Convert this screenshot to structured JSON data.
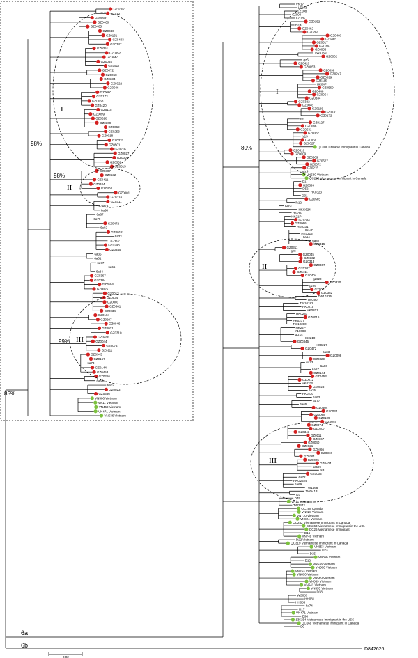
{
  "panel_left": {
    "bootstraps": [
      "98%",
      "98%",
      "99%",
      "85%"
    ],
    "clades": [
      "I",
      "II",
      "III"
    ],
    "tips": [
      {
        "label": "GZ0307",
        "color": "red"
      },
      {
        "label": "GZ0127",
        "color": "red"
      },
      {
        "label": "GZ0569",
        "color": "red"
      },
      {
        "label": "GZ0460",
        "color": "red"
      },
      {
        "label": "GZ0465",
        "color": "red"
      },
      {
        "label": "GZ0046",
        "color": "red"
      },
      {
        "label": "GZ0131",
        "color": "red"
      },
      {
        "label": "GZ0403",
        "color": "red"
      },
      {
        "label": "GZ0347",
        "color": "red"
      },
      {
        "label": "GZ0351",
        "color": "red"
      },
      {
        "label": "GZ0352",
        "color": "red"
      },
      {
        "label": "GZ0447",
        "color": "red"
      },
      {
        "label": "GZ0054",
        "color": "red"
      },
      {
        "label": "GZ0517",
        "color": "red"
      },
      {
        "label": "GZ0072",
        "color": "red"
      },
      {
        "label": "GZ0058",
        "color": "red"
      },
      {
        "label": "GZ0334",
        "color": "red"
      },
      {
        "label": "GZ0322",
        "color": "red"
      },
      {
        "label": "GZ0046",
        "color": "red"
      },
      {
        "label": "GZ0060",
        "color": "red"
      },
      {
        "label": "GZ0173",
        "color": "red"
      },
      {
        "label": "GZ0068",
        "color": "red"
      },
      {
        "label": "GZ0420",
        "color": "red"
      },
      {
        "label": "GZ5115",
        "color": "red"
      },
      {
        "label": "GZ0099",
        "color": "red"
      },
      {
        "label": "GZ0328",
        "color": "red"
      },
      {
        "label": "GZ0309",
        "color": "red"
      },
      {
        "label": "GZ0069",
        "color": "red"
      },
      {
        "label": "GZ0253",
        "color": "red"
      },
      {
        "label": "GZ0018",
        "color": "red"
      },
      {
        "label": "GZ0337",
        "color": "red"
      },
      {
        "label": "GZ0501",
        "color": "red"
      },
      {
        "label": "GZ0216",
        "color": "red"
      },
      {
        "label": "GZ0027",
        "color": "red"
      },
      {
        "label": "GZ0009",
        "color": "red"
      },
      {
        "label": "GZ0332",
        "color": "red"
      },
      {
        "label": "GZ0315",
        "color": "red"
      },
      {
        "label": "GZ0307",
        "color": "red"
      },
      {
        "label": "GZ0532",
        "color": "red"
      },
      {
        "label": "GZ0411",
        "color": "red"
      },
      {
        "label": "GZ0344",
        "color": "red"
      },
      {
        "label": "GZ0404",
        "color": "red"
      },
      {
        "label": "GZ0001",
        "color": "red"
      },
      {
        "label": "GZ0313",
        "color": "red"
      },
      {
        "label": "GZ0311",
        "color": "red"
      },
      {
        "label": "6a74",
        "color": "none"
      },
      {
        "label": "6a68",
        "color": "none"
      },
      {
        "label": "6a67",
        "color": "none"
      },
      {
        "label": "6a79",
        "color": "none"
      },
      {
        "label": "GZ0472",
        "color": "red"
      },
      {
        "label": "6a82",
        "color": "none"
      },
      {
        "label": "GZ0012",
        "color": "red"
      },
      {
        "label": "6a33",
        "color": "none"
      },
      {
        "label": "CJ-HK2",
        "color": "none"
      },
      {
        "label": "GZ0298",
        "color": "red"
      },
      {
        "label": "GZ0345",
        "color": "red"
      },
      {
        "label": "6a35",
        "color": "none"
      },
      {
        "label": "6a61",
        "color": "none"
      },
      {
        "label": "6a77",
        "color": "none"
      },
      {
        "label": "6a65",
        "color": "none"
      },
      {
        "label": "6a84",
        "color": "none"
      },
      {
        "label": "GZ0367",
        "color": "red"
      },
      {
        "label": "GZ0384",
        "color": "red"
      },
      {
        "label": "GZ0504",
        "color": "red"
      },
      {
        "label": "GZ0025",
        "color": "red"
      },
      {
        "label": "GZ0013",
        "color": "red"
      },
      {
        "label": "GZ0534",
        "color": "red"
      },
      {
        "label": "GZ0003",
        "color": "red"
      },
      {
        "label": "GZ0361",
        "color": "red"
      },
      {
        "label": "GZ0034",
        "color": "red"
      },
      {
        "label": "GZ0104",
        "color": "red"
      },
      {
        "label": "GZ0207",
        "color": "red"
      },
      {
        "label": "GZ0046",
        "color": "red"
      },
      {
        "label": "GZ0021",
        "color": "red"
      },
      {
        "label": "GZ0310",
        "color": "red"
      },
      {
        "label": "GZ0466",
        "color": "red"
      },
      {
        "label": "GZ0044",
        "color": "red"
      },
      {
        "label": "GZ0074",
        "color": "red"
      },
      {
        "label": "GZ0111",
        "color": "red"
      },
      {
        "label": "GZ0343",
        "color": "red"
      },
      {
        "label": "GZ0167",
        "color": "red"
      },
      {
        "label": "6a73",
        "color": "none"
      },
      {
        "label": "GZ0144",
        "color": "red"
      },
      {
        "label": "GZ0453",
        "color": "red"
      },
      {
        "label": "GZ0216",
        "color": "red"
      },
      {
        "label": "6a69",
        "color": "none"
      },
      {
        "label": "6a72",
        "color": "none"
      },
      {
        "label": "GZ0023",
        "color": "red"
      },
      {
        "label": "GZ0386",
        "color": "red"
      },
      {
        "label": "VN506 Vietnam",
        "color": "green"
      },
      {
        "label": "VN11 Vietnam",
        "color": "green"
      },
      {
        "label": "VN469 Vietnam",
        "color": "green"
      },
      {
        "label": "VN471 Vietnam",
        "color": "green"
      },
      {
        "label": "VN536 Vietnam",
        "color": "green"
      }
    ]
  },
  "panel_right": {
    "bootstraps": [
      "80%"
    ],
    "clades": [
      "I",
      "II",
      "III"
    ],
    "tips": [
      {
        "label": "VN17",
        "color": "none"
      },
      {
        "label": "LZ103",
        "color": "none"
      },
      {
        "label": "LZ108",
        "color": "none"
      },
      {
        "label": "LZ099",
        "color": "none"
      },
      {
        "label": "LZ026",
        "color": "none"
      },
      {
        "label": "GZ0152",
        "color": "red"
      },
      {
        "label": "fs14",
        "color": "none"
      },
      {
        "label": "GZ0462",
        "color": "red"
      },
      {
        "label": "GZ0261",
        "color": "red"
      },
      {
        "label": "GZ0403",
        "color": "red"
      },
      {
        "label": "GZ0465",
        "color": "red"
      },
      {
        "label": "GZ0517",
        "color": "red"
      },
      {
        "label": "GZ0347",
        "color": "red"
      },
      {
        "label": "GZ0056",
        "color": "red"
      },
      {
        "label": "TW3759",
        "color": "none"
      },
      {
        "label": "GZ0002",
        "color": "red"
      },
      {
        "label": "gz6",
        "color": "none"
      },
      {
        "label": "GZ0420",
        "color": "red"
      },
      {
        "label": "GZ0053",
        "color": "red"
      },
      {
        "label": "GZ0098",
        "color": "red"
      },
      {
        "label": "GZ0247",
        "color": "red"
      },
      {
        "label": "GZ0099",
        "color": "red"
      },
      {
        "label": "GZ5115",
        "color": "red"
      },
      {
        "label": "HK04P",
        "color": "none"
      },
      {
        "label": "GZ0569",
        "color": "red"
      },
      {
        "label": "GZ0448",
        "color": "red"
      },
      {
        "label": "GZ0054",
        "color": "red"
      },
      {
        "label": "GZ0334",
        "color": "red"
      },
      {
        "label": "GZ0322",
        "color": "red"
      },
      {
        "label": "GZ0046",
        "color": "red"
      },
      {
        "label": "GZ0189",
        "color": "red"
      },
      {
        "label": "GZ0131",
        "color": "red"
      },
      {
        "label": "GZ0172",
        "color": "red"
      },
      {
        "label": "tif1",
        "color": "none"
      },
      {
        "label": "GZ0127",
        "color": "red"
      },
      {
        "label": "GZ0046",
        "color": "red"
      },
      {
        "label": "GZ0531",
        "color": "red"
      },
      {
        "label": "GZ0337",
        "color": "red"
      },
      {
        "label": "fs13",
        "color": "none"
      },
      {
        "label": "GZ0069",
        "color": "red"
      },
      {
        "label": "GZ0027",
        "color": "red"
      },
      {
        "label": "QC108 Chinese Immigrant in Canada",
        "color": "green"
      },
      {
        "label": "GZ0318",
        "color": "red"
      },
      {
        "label": "GZ0009",
        "color": "red"
      },
      {
        "label": "GZ0309",
        "color": "red"
      },
      {
        "label": "GZ0527",
        "color": "red"
      },
      {
        "label": "GZ0072",
        "color": "red"
      },
      {
        "label": "GZ0215",
        "color": "red"
      },
      {
        "label": "gtz9",
        "color": "none"
      },
      {
        "label": "VN580 Vietnam",
        "color": "green"
      },
      {
        "label": "QC286 Vietnamese Immigrant in Canada",
        "color": "green"
      },
      {
        "label": "D1",
        "color": "none"
      },
      {
        "label": "GZ0399",
        "color": "red"
      },
      {
        "label": "D52",
        "color": "none"
      },
      {
        "label": "HK0323",
        "color": "none"
      },
      {
        "label": "D31",
        "color": "none"
      },
      {
        "label": "GZ0565",
        "color": "red"
      },
      {
        "label": "fs12",
        "color": "none"
      },
      {
        "label": "6a61",
        "color": "none"
      },
      {
        "label": "HKG624",
        "color": "none"
      },
      {
        "label": "HK28P",
        "color": "none"
      },
      {
        "label": "HK21P",
        "color": "none"
      },
      {
        "label": "GZ0384",
        "color": "red"
      },
      {
        "label": "GZ0066",
        "color": "red"
      },
      {
        "label": "HK0331",
        "color": "none"
      },
      {
        "label": "HK14P",
        "color": "none"
      },
      {
        "label": "HK0215",
        "color": "none"
      },
      {
        "label": "6a64",
        "color": "none"
      },
      {
        "label": "6a82",
        "color": "none"
      },
      {
        "label": "GZ0315",
        "color": "red"
      },
      {
        "label": "GZ0311",
        "color": "red"
      },
      {
        "label": "gz9",
        "color": "none"
      },
      {
        "label": "GZ0045",
        "color": "red"
      },
      {
        "label": "GZ0332",
        "color": "red"
      },
      {
        "label": "GZ0313",
        "color": "red"
      },
      {
        "label": "GZ0367",
        "color": "red"
      },
      {
        "label": "GZ0307",
        "color": "red"
      },
      {
        "label": "GZ5411",
        "color": "red"
      },
      {
        "label": "GZ0404",
        "color": "red"
      },
      {
        "label": "gz620",
        "color": "none"
      },
      {
        "label": "GZ0320",
        "color": "red"
      },
      {
        "label": "gz26",
        "color": "none"
      },
      {
        "label": "GZ0001",
        "color": "red"
      },
      {
        "label": "GZ0382",
        "color": "red"
      },
      {
        "label": "TW10325",
        "color": "none"
      },
      {
        "label": "TW390",
        "color": "none"
      },
      {
        "label": "TW10182",
        "color": "none"
      },
      {
        "label": "HK0215",
        "color": "none"
      },
      {
        "label": "HK0201",
        "color": "none"
      },
      {
        "label": "HK0281",
        "color": "none"
      },
      {
        "label": "GZ0016",
        "color": "red"
      },
      {
        "label": "HK0217",
        "color": "none"
      },
      {
        "label": "TW10390",
        "color": "none"
      },
      {
        "label": "HK22P",
        "color": "none"
      },
      {
        "label": "Y10083",
        "color": "none"
      },
      {
        "label": "gtz14",
        "color": "none"
      },
      {
        "label": "HK0210",
        "color": "none"
      },
      {
        "label": "GZ0345",
        "color": "red"
      },
      {
        "label": "HK0227",
        "color": "none"
      },
      {
        "label": "GZ0472",
        "color": "red"
      },
      {
        "label": "6a33",
        "color": "none"
      },
      {
        "label": "GZ0098",
        "color": "red"
      },
      {
        "label": "GZ0329",
        "color": "red"
      },
      {
        "label": "6a73",
        "color": "none"
      },
      {
        "label": "6a66",
        "color": "none"
      },
      {
        "label": "6a67",
        "color": "none"
      },
      {
        "label": "GZ0144",
        "color": "red"
      },
      {
        "label": "GZ0453",
        "color": "red"
      },
      {
        "label": "GZ0012",
        "color": "red"
      },
      {
        "label": "HK0325",
        "color": "none"
      },
      {
        "label": "GZ0023",
        "color": "red"
      },
      {
        "label": "6a35",
        "color": "none"
      },
      {
        "label": "HK0230",
        "color": "none"
      },
      {
        "label": "6a63",
        "color": "none"
      },
      {
        "label": "6a77",
        "color": "none"
      },
      {
        "label": "6a65",
        "color": "none"
      },
      {
        "label": "GZ0504",
        "color": "red"
      },
      {
        "label": "GZ0034",
        "color": "red"
      },
      {
        "label": "GZ0068",
        "color": "red"
      },
      {
        "label": "GZ0109",
        "color": "red"
      },
      {
        "label": "GZ0044",
        "color": "red"
      },
      {
        "label": "GZ0074",
        "color": "red"
      },
      {
        "label": "GZ0207",
        "color": "red"
      },
      {
        "label": "GZ0343",
        "color": "red"
      },
      {
        "label": "GZ0111",
        "color": "red"
      },
      {
        "label": "GZ0167",
        "color": "red"
      },
      {
        "label": "GZ0040",
        "color": "red"
      },
      {
        "label": "GZ0021",
        "color": "red"
      },
      {
        "label": "GZ0466",
        "color": "red"
      },
      {
        "label": "GZ0310",
        "color": "red"
      },
      {
        "label": "GZ0361",
        "color": "red"
      },
      {
        "label": "GZ0025",
        "color": "red"
      },
      {
        "label": "GZ0404",
        "color": "red"
      },
      {
        "label": "sz599",
        "color": "none"
      },
      {
        "label": "fs3",
        "color": "none"
      },
      {
        "label": "GZ0003",
        "color": "red"
      },
      {
        "label": "6a72",
        "color": "none"
      },
      {
        "label": "HKG2524",
        "color": "none"
      },
      {
        "label": "6a69",
        "color": "none"
      },
      {
        "label": "TW1468",
        "color": "none"
      },
      {
        "label": "TW9413",
        "color": "none"
      },
      {
        "label": "D3",
        "color": "none"
      },
      {
        "label": "D45",
        "color": "none"
      },
      {
        "label": "VN11 Vietnam",
        "color": "green"
      },
      {
        "label": "TW2442",
        "color": "none"
      },
      {
        "label": "QC168 Canada",
        "color": "green"
      },
      {
        "label": "VN928 Vietnam",
        "color": "green"
      },
      {
        "label": "VN710 Vietnam",
        "color": "green"
      },
      {
        "label": "VN824 Vietnam",
        "color": "green"
      },
      {
        "label": "QC242 Vietnamese Immigrant in Canada",
        "color": "green"
      },
      {
        "label": "C35363 Vietnamese Immigrant in the U.S.",
        "color": "green"
      },
      {
        "label": "QC26 Vietnamese Immigrant",
        "color": "green"
      },
      {
        "label": "D16",
        "color": "none"
      },
      {
        "label": "VN749 Vietnam",
        "color": "green"
      },
      {
        "label": "D22 Vietnam",
        "color": "none"
      },
      {
        "label": "QC319 Vietnamese Immigrant in Canada",
        "color": "green"
      },
      {
        "label": "VN853 Vietnam",
        "color": "green"
      },
      {
        "label": "D23",
        "color": "none"
      },
      {
        "label": "D15",
        "color": "none"
      },
      {
        "label": "VN866 Vietnam",
        "color": "green"
      },
      {
        "label": "D12",
        "color": "none"
      },
      {
        "label": "VN536 Vietnam",
        "color": "green"
      },
      {
        "label": "VN506 Vietnam",
        "color": "green"
      },
      {
        "label": "VN753 Vietnam",
        "color": "green"
      },
      {
        "label": "VN830 Vietnam",
        "color": "green"
      },
      {
        "label": "VN569 Vietnam",
        "color": "green"
      },
      {
        "label": "VN869 Vietnam",
        "color": "green"
      },
      {
        "label": "VN541 Vietnam",
        "color": "green"
      },
      {
        "label": "VN555 Vietnam",
        "color": "green"
      },
      {
        "label": "D18",
        "color": "none"
      },
      {
        "label": "WS083",
        "color": "none"
      },
      {
        "label": "HH081",
        "color": "none"
      },
      {
        "label": "HH085",
        "color": "none"
      },
      {
        "label": "6a74",
        "color": "none"
      },
      {
        "label": "D17",
        "color": "none"
      },
      {
        "label": "VN471 Vietnam",
        "color": "green"
      },
      {
        "label": "D98",
        "color": "none"
      },
      {
        "label": "135154 Vietnamese Immigrant in the USS",
        "color": "green"
      },
      {
        "label": "QC169 Vietnamese Immigrant in Canada",
        "color": "green"
      },
      {
        "label": "D9",
        "color": "none"
      }
    ]
  },
  "genotypes": [
    "6a",
    "6b"
  ],
  "reference": "D842626",
  "scale": "0.02",
  "colors": {
    "red": "#d42020",
    "green": "#7cc13e",
    "line": "#000000"
  }
}
